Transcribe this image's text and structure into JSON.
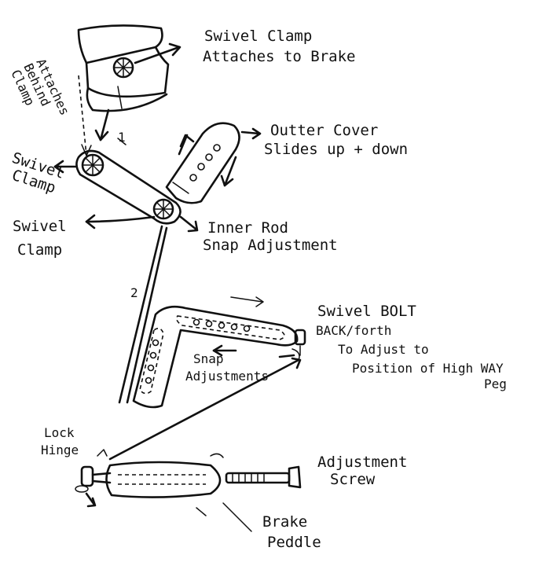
{
  "labels": {
    "swivel_clamp_top_1": "Swivel Clamp",
    "swivel_clamp_top_2": "Attaches to Brake",
    "attaches_behind_1": "Attaches",
    "attaches_behind_2": "Behind",
    "attaches_behind_3": "Clamp",
    "outer_cover_1": "Outter Cover",
    "outer_cover_2": "Slides up + down",
    "swivel_clamp_left_1": "Swivel",
    "swivel_clamp_left_2": "Clamp",
    "swivel_clamp_lower_1": "Swivel",
    "swivel_clamp_lower_2": "Clamp",
    "inner_rod_1": "Inner Rod",
    "inner_rod_2": "Snap Adjustment",
    "swivel_bolt_1": "Swivel  BOLT",
    "swivel_bolt_2": "BACK/forth",
    "swivel_bolt_3": "To Adjust to",
    "swivel_bolt_4": "Position of High WAY",
    "swivel_bolt_5": "Peg",
    "snap_adjustments_1": "Snap",
    "snap_adjustments_2": "Adjustments",
    "lock_hinge_1": "Lock",
    "lock_hinge_2": "Hinge",
    "adjustment_screw_1": "Adjustment",
    "adjustment_screw_2": "Screw",
    "brake_peddle_1": "Brake",
    "brake_peddle_2": "Peddle",
    "marker_1": "1",
    "marker_2": "2"
  }
}
